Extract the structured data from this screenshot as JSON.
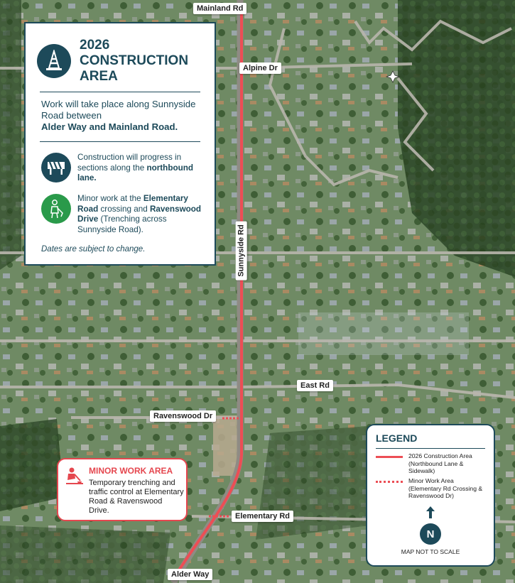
{
  "roads": {
    "mainland": "Mainland Rd",
    "alpine": "Alpine Dr",
    "sunnyside": "Sunnyside Rd",
    "east": "East Rd",
    "ravenswood": "Ravenswood Dr",
    "elementary": "Elementary Rd",
    "alder": "Alder Way"
  },
  "panel": {
    "title": "2026 CONSTRUCTION AREA",
    "intro_line": "Work will take place along Sunnyside Road between",
    "intro_bold": "Alder Way and Mainland Road.",
    "item1_a": "Construction will progress in sections along the ",
    "item1_b": "northbound lane.",
    "item2_a": "Minor work at the ",
    "item2_b": "Elementary Road",
    "item2_c": " crossing and ",
    "item2_d": "Ravenswood Drive",
    "item2_e": " (Trenching across Sunnyside Road).",
    "note": "Dates are subject to change."
  },
  "callout": {
    "title": "MINOR WORK AREA",
    "text": "Temporary trenching and traffic control at Elementary Road & Ravenswood Drive."
  },
  "legend": {
    "title": "LEGEND",
    "solid": "2026 Construction Area (Northbound Lane & Sidewalk)",
    "dotted": "Minor Work Area (Elementary Rd Crossing & Ravenswood Dr)",
    "north": "N",
    "scale_note": "MAP NOT TO SCALE"
  },
  "colors": {
    "navy": "#1d4a5a",
    "construction_red": "#ec4e55",
    "green": "#2a9a4a"
  },
  "icons": {
    "header": "traffic-cone-icon",
    "item1": "road-barrier-icon",
    "item2": "worker-digging-icon",
    "callout": "worker-digging-icon",
    "north": "north-arrow-icon"
  }
}
